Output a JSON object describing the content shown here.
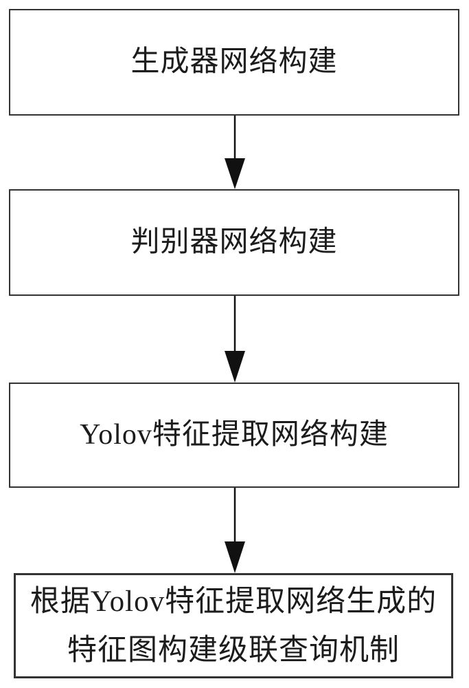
{
  "diagram": {
    "type": "flowchart",
    "direction": "top-to-bottom",
    "boxes": [
      {
        "id": "generator-network",
        "label": "生成器网络构建"
      },
      {
        "id": "discriminator-network",
        "label": "判别器网络构建"
      },
      {
        "id": "yolov-feature-network",
        "label": "Yolov特征提取网络构建"
      },
      {
        "id": "cascade-query",
        "lines": [
          "根据Yolov特征提取网络生成的",
          "特征图构建级联查询机制"
        ]
      }
    ],
    "connectors": [
      {
        "from": "generator-network",
        "to": "discriminator-network",
        "style": "arrow-down"
      },
      {
        "from": "discriminator-network",
        "to": "yolov-feature-network",
        "style": "arrow-down"
      },
      {
        "from": "yolov-feature-network",
        "to": "cascade-query",
        "style": "arrow-down"
      }
    ],
    "colors": {
      "background": "#ffffff",
      "border": "#333333",
      "text": "#1c1c1c",
      "arrow": "#111111"
    }
  }
}
